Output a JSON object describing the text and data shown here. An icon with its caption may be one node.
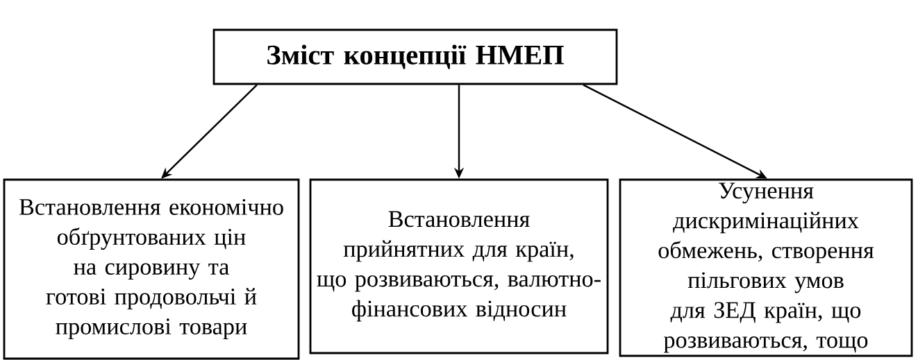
{
  "diagram": {
    "nodes": [
      {
        "text": [
          "Зміст концепції НМЕП"
        ]
      },
      {
        "text": [
          "Встановлення економічно обґрунтованих цін на сировину та готові продовольчі й промислові товари"
        ]
      },
      {
        "text": [
          "Встановлення прийнятних для країн, що розвиваються, валютно-фінансових відносин"
        ]
      },
      {
        "text": [
          "Усунення дискримінаційних обмежень, створення пільгових умов для ЗЕД країн, що розвиваються, тощо"
        ]
      }
    ],
    "edges": [
      {
        "from": 0,
        "to": 1,
        "arrow": "to"
      },
      {
        "from": 0,
        "to": 2,
        "arrow": "to"
      },
      {
        "from": 0,
        "to": 3,
        "arrow": "to"
      }
    ]
  }
}
